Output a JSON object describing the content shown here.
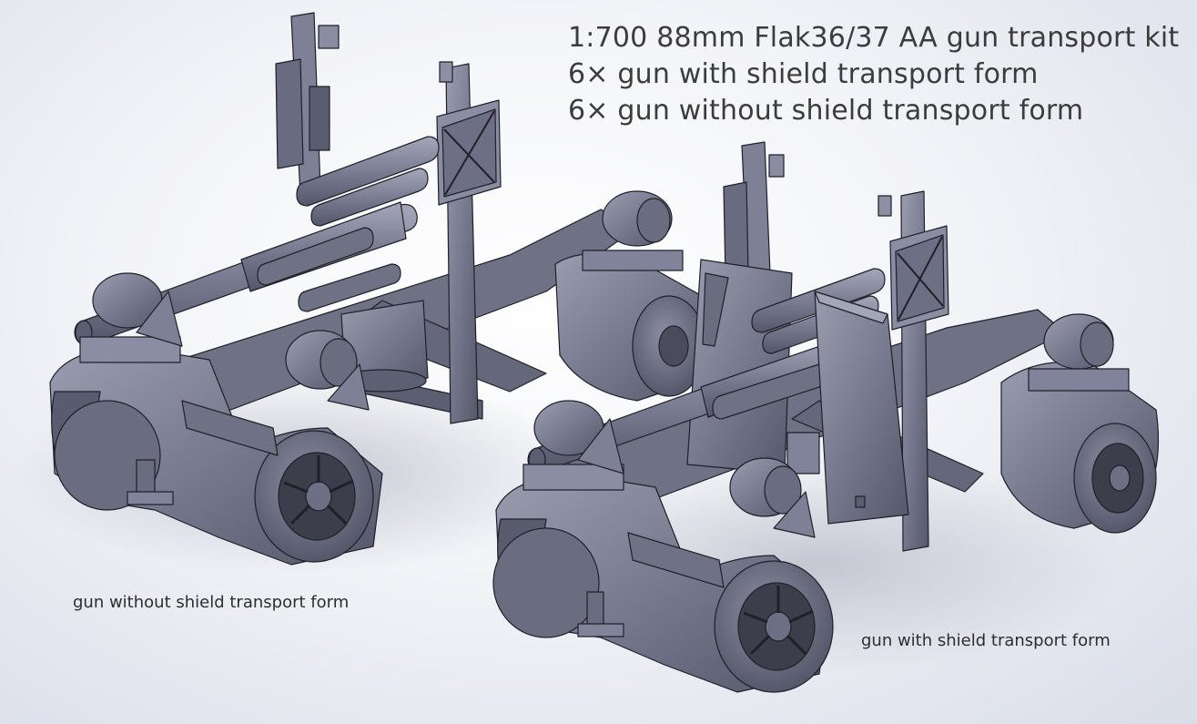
{
  "header": {
    "title": "1:700 88mm Flak36/37 AA gun transport kit",
    "line_with_shield": "6× gun with shield transport form",
    "line_without_shield": "6× gun without shield transport form"
  },
  "models": {
    "left": {
      "caption": "gun without shield transport form"
    },
    "right": {
      "caption": "gun with shield transport form"
    }
  },
  "colors": {
    "model_body": "#777a8e",
    "model_dark": "#4a4c5c",
    "model_light": "#9c9fb2",
    "outline": "#1f2029",
    "background": "#f3f4f8"
  }
}
